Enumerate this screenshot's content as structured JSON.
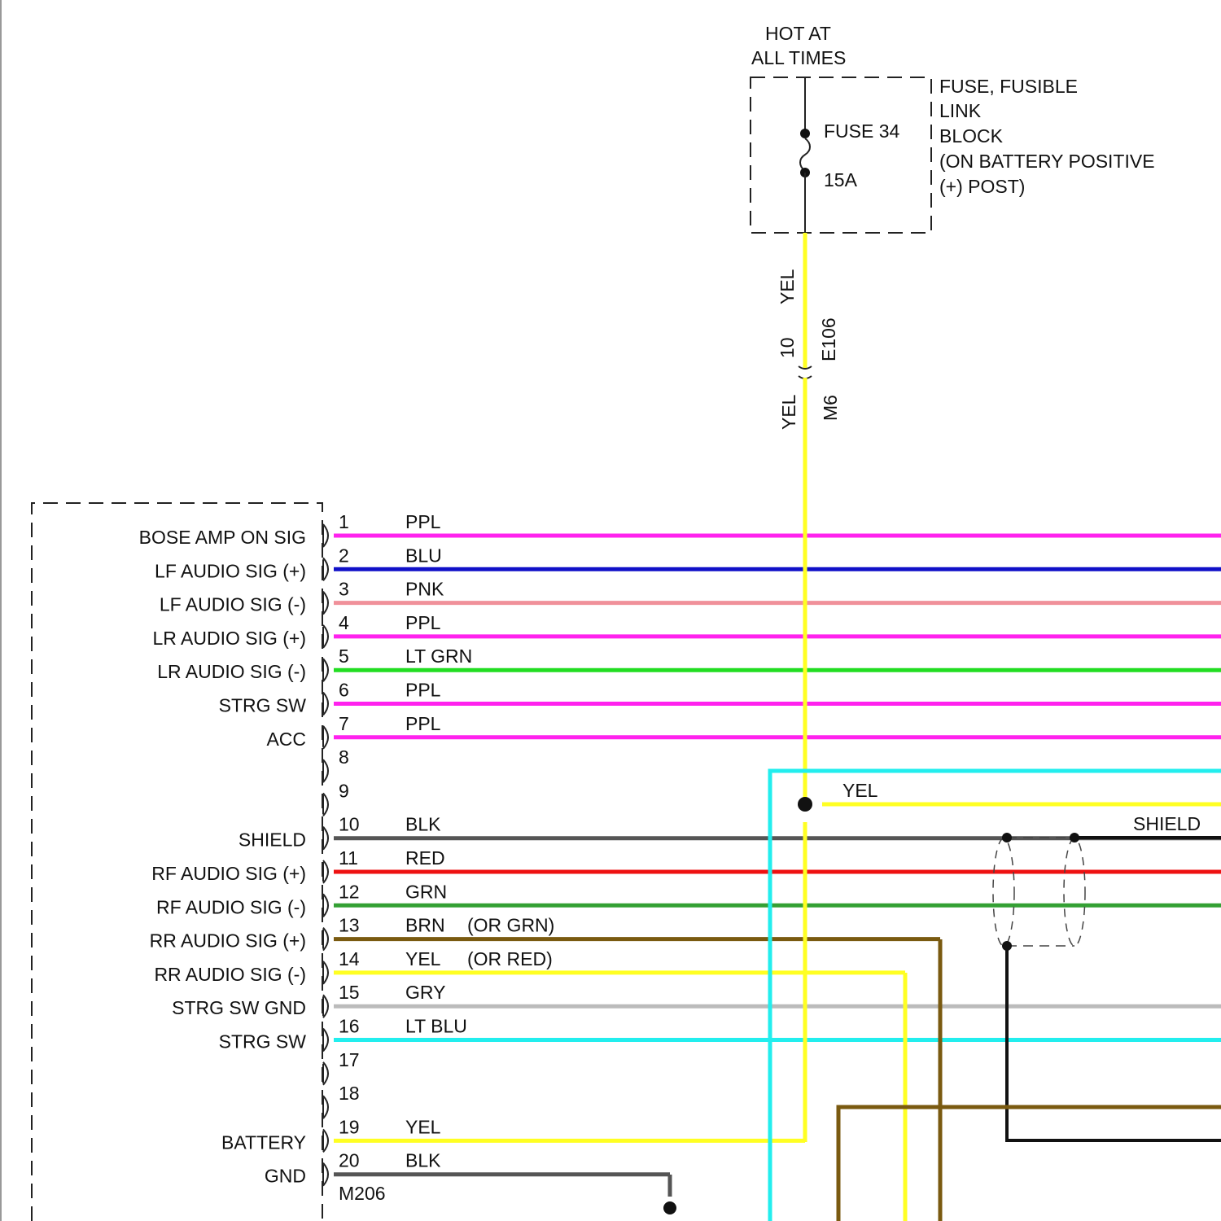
{
  "power": {
    "header_line1": "HOT AT",
    "header_line2": "ALL TIMES",
    "fuse_name": "FUSE 34",
    "fuse_rating": "15A",
    "block_line1": "FUSE, FUSIBLE",
    "block_line2": "LINK",
    "block_line3": "BLOCK",
    "block_line4": "(ON BATTERY POSITIVE",
    "block_line5": "(+) POST)"
  },
  "inline_connector": {
    "upper_wire_color": "YEL",
    "lower_wire_color": "YEL",
    "pin": "10",
    "upper_connector": "E106",
    "lower_connector": "M6"
  },
  "radio_connector": {
    "id": "M206",
    "pins": [
      {
        "num": "1",
        "label": "BOSE AMP ON SIG",
        "wire": "PPL",
        "note": "",
        "color": "#ff22ee"
      },
      {
        "num": "2",
        "label": "LF AUDIO SIG (+)",
        "wire": "BLU",
        "note": "",
        "color": "#1010c8"
      },
      {
        "num": "3",
        "label": "LF AUDIO SIG (-)",
        "wire": "PNK",
        "note": "",
        "color": "#f0909a"
      },
      {
        "num": "4",
        "label": "LR AUDIO SIG (+)",
        "wire": "PPL",
        "note": "",
        "color": "#ff22ee"
      },
      {
        "num": "5",
        "label": "LR AUDIO SIG (-)",
        "wire": "LT GRN",
        "note": "",
        "color": "#22dd22"
      },
      {
        "num": "6",
        "label": "STRG SW",
        "wire": "PPL",
        "note": "",
        "color": "#ff22ee"
      },
      {
        "num": "7",
        "label": "ACC",
        "wire": "PPL",
        "note": "",
        "color": "#ff22ee"
      },
      {
        "num": "8",
        "label": "",
        "wire": "",
        "note": "",
        "color": ""
      },
      {
        "num": "9",
        "label": "",
        "wire": "",
        "note": "",
        "color": ""
      },
      {
        "num": "10",
        "label": "SHIELD",
        "wire": "BLK",
        "note": "",
        "color": "#555555"
      },
      {
        "num": "11",
        "label": "RF AUDIO SIG (+)",
        "wire": "RED",
        "note": "",
        "color": "#ee1111"
      },
      {
        "num": "12",
        "label": "RF AUDIO SIG (-)",
        "wire": "GRN",
        "note": "",
        "color": "#33a033"
      },
      {
        "num": "13",
        "label": "RR AUDIO SIG (+)",
        "wire": "BRN",
        "note": "(OR GRN)",
        "color": "#7a5a10"
      },
      {
        "num": "14",
        "label": "RR AUDIO SIG (-)",
        "wire": "YEL",
        "note": "(OR RED)",
        "color": "#ffff22"
      },
      {
        "num": "15",
        "label": "STRG SW GND",
        "wire": "GRY",
        "note": "",
        "color": "#bbbbbb"
      },
      {
        "num": "16",
        "label": "STRG SW",
        "wire": "LT BLU",
        "note": "",
        "color": "#22eeee"
      },
      {
        "num": "17",
        "label": "",
        "wire": "",
        "note": "",
        "color": ""
      },
      {
        "num": "18",
        "label": "",
        "wire": "",
        "note": "",
        "color": ""
      },
      {
        "num": "19",
        "label": "BATTERY",
        "wire": "YEL",
        "note": "",
        "color": "#ffff22"
      },
      {
        "num": "20",
        "label": "GND",
        "wire": "BLK",
        "note": "",
        "color": "#555555"
      }
    ]
  },
  "splice_branch_wire": "YEL",
  "shield_label": "SHIELD"
}
